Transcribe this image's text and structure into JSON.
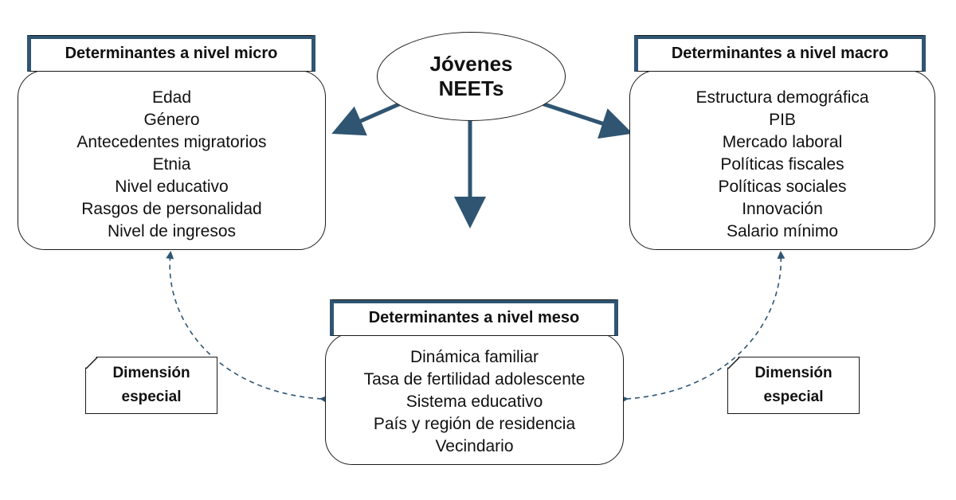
{
  "center": {
    "line1": "Jóvenes",
    "line2": "NEETs"
  },
  "micro": {
    "header": "Determinantes a nivel micro",
    "items": [
      "Edad",
      "Género",
      "Antecedentes migratorios",
      "Etnia",
      "Nivel educativo",
      "Rasgos de personalidad",
      "Nivel de ingresos"
    ]
  },
  "macro": {
    "header": "Determinantes a nivel macro",
    "items": [
      "Estructura demográfica",
      "PIB",
      "Mercado laboral",
      "Políticas fiscales",
      "Políticas sociales",
      "Innovación",
      "Salario mínimo"
    ]
  },
  "meso": {
    "header": "Determinantes a nivel meso",
    "items": [
      "Dinámica familiar",
      "Tasa de fertilidad adolescente",
      "Sistema educativo",
      "País y región de residencia",
      "Vecindario"
    ]
  },
  "dimension_left": {
    "line1": "Dimensión",
    "line2": "especial"
  },
  "dimension_right": {
    "line1": "Dimensión",
    "line2": "especial"
  },
  "colors": {
    "arrow": "#2f5572",
    "border": "#1a1a1a",
    "header_accent": "#2f5572"
  }
}
